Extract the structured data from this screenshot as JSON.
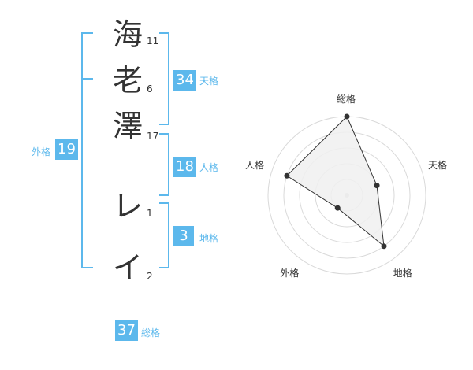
{
  "name": {
    "characters": [
      {
        "char": "海",
        "strokes": "11"
      },
      {
        "char": "老",
        "strokes": "6"
      },
      {
        "char": "澤",
        "strokes": "17"
      },
      {
        "char": "レ",
        "strokes": "1"
      },
      {
        "char": "イ",
        "strokes": "2"
      }
    ]
  },
  "kaku": {
    "tenkaku": {
      "value": "34",
      "label": "天格"
    },
    "jinkaku": {
      "value": "18",
      "label": "人格"
    },
    "chikaku": {
      "value": "3",
      "label": "地格"
    },
    "gaikaku": {
      "value": "19",
      "label": "外格"
    },
    "soukaku": {
      "value": "37",
      "label": "総格"
    }
  },
  "colors": {
    "bracket": "#5cb8ec",
    "badge": "#5cb8ec",
    "text": "#333333",
    "radar_fill": "#f0f0f0",
    "radar_ring": "#d9d9d9"
  },
  "chart_data": {
    "type": "radar",
    "axes": [
      "総格",
      "天格",
      "地格",
      "外格",
      "人格"
    ],
    "values": [
      5,
      2,
      4,
      1,
      4
    ],
    "scale_max": 5,
    "rings": 5,
    "grid": true
  }
}
